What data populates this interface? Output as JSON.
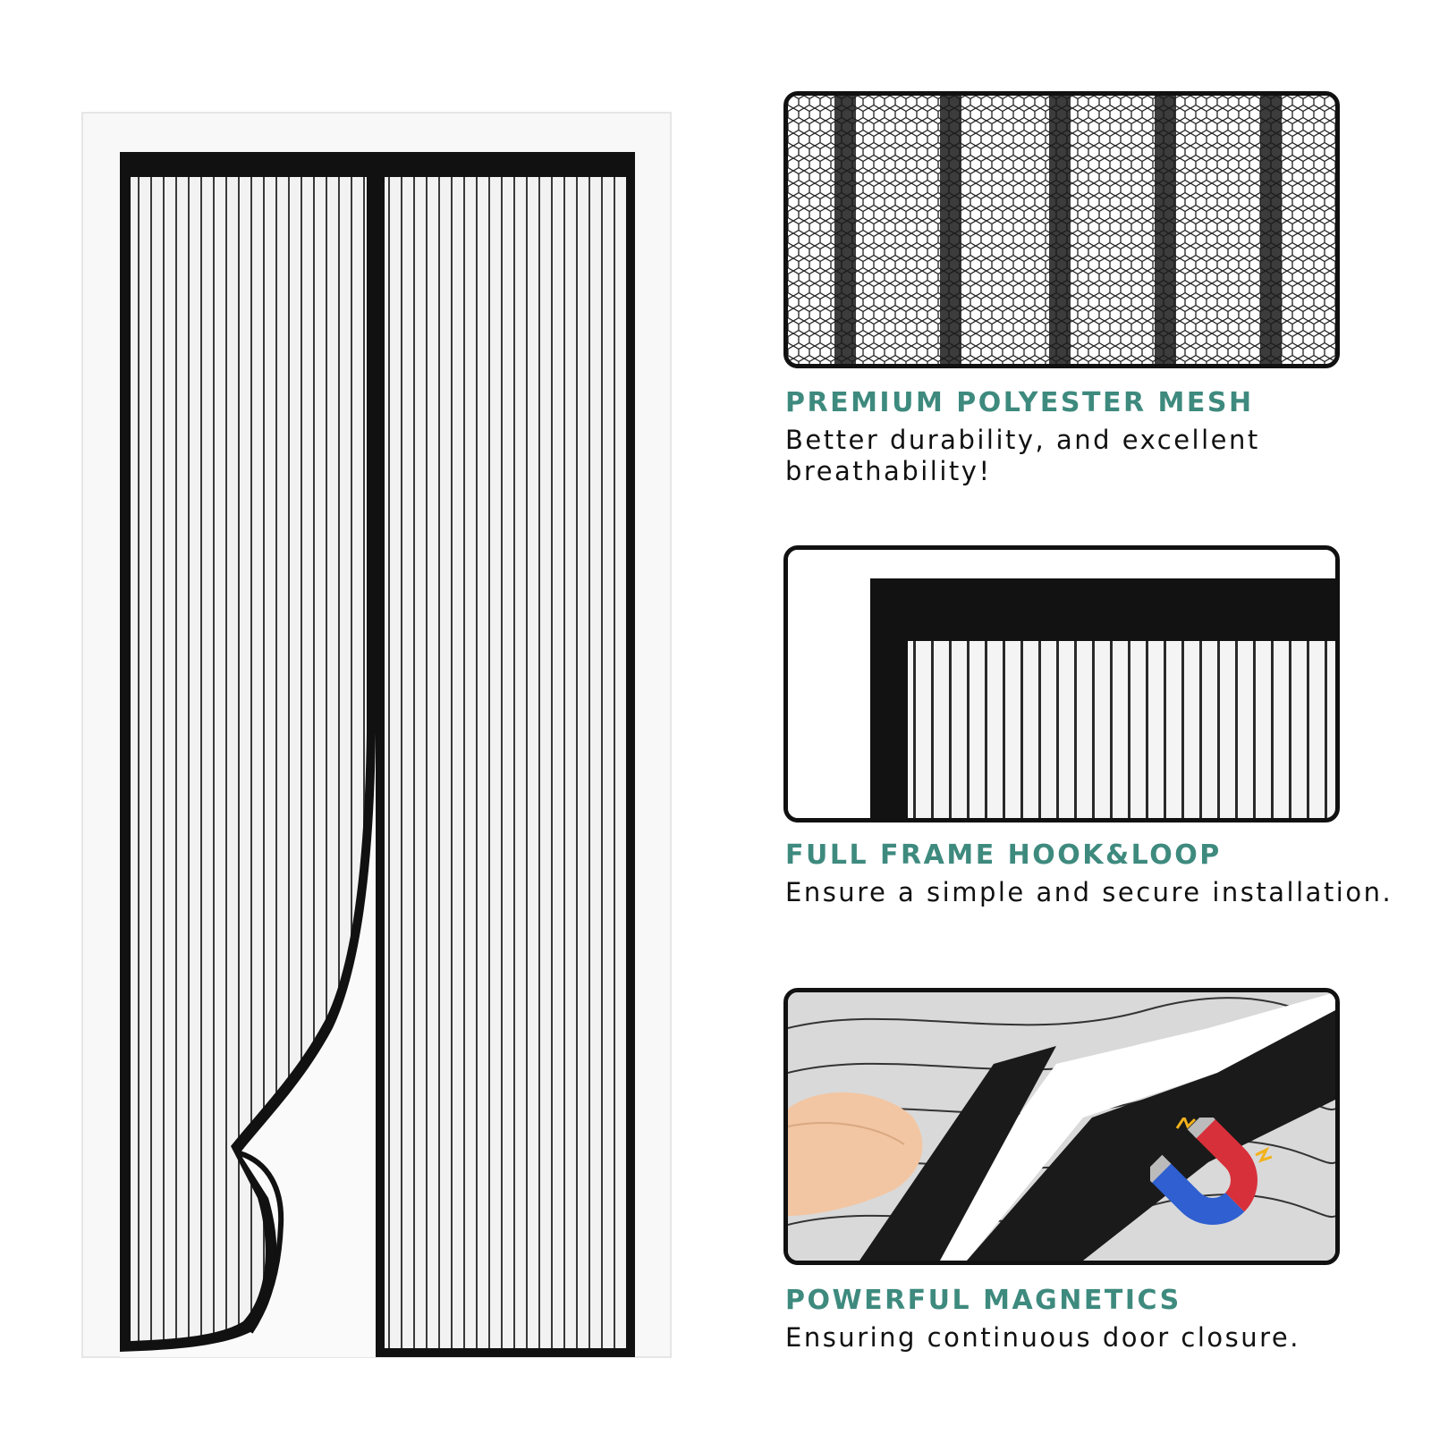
{
  "features": [
    {
      "title": "PREMIUM POLYESTER MESH",
      "description_line1": "Better durability, and excellent",
      "description_line2": "breathability!",
      "image": "mesh-closeup"
    },
    {
      "title": "FULL FRAME HOOK&LOOP",
      "description_line1": "Ensure a simple and secure installation.",
      "image": "frame-corner-closeup"
    },
    {
      "title": "POWERFUL MAGNETICS",
      "description_line1": "Ensuring continuous door closure.",
      "image": "magnetic-seam-closeup",
      "icon": "magnet-icon"
    }
  ],
  "colors": {
    "title_accent": "#3e8a7e",
    "text": "#111111",
    "frame": "#111111",
    "magnet_red": "#d8303a",
    "magnet_blue": "#2f5fd0"
  }
}
